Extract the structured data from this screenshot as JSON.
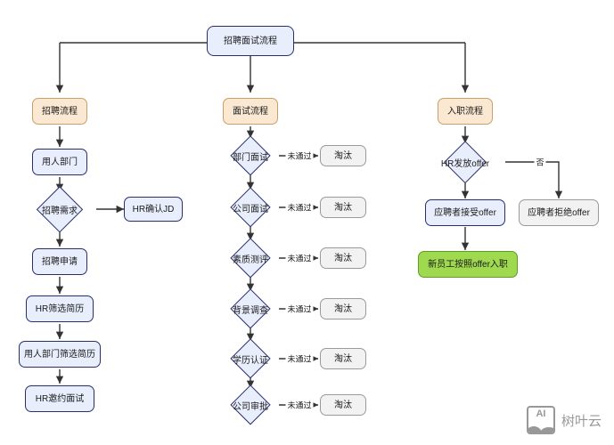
{
  "diagram": {
    "title": "招聘面试流程",
    "background": "#ffffff",
    "colors": {
      "process_fill": "#e8eefc",
      "process_stroke": "#2a2f6b",
      "phase_fill": "#fbe8d3",
      "phase_stroke": "#c8a06a",
      "reject_fill": "#f2f2f2",
      "reject_stroke": "#9a9a9a",
      "success_fill": "#9ed94f",
      "success_stroke": "#5f9e20",
      "edge": "#333333"
    }
  },
  "root": {
    "label": "招聘面试流程"
  },
  "branches": {
    "recruiting": {
      "label": "招聘流程"
    },
    "interview": {
      "label": "面试流程"
    },
    "onboarding": {
      "label": "入职流程"
    }
  },
  "recruiting_flow": [
    {
      "label": "用人部门",
      "shape": "rect"
    },
    {
      "label": "招聘需求",
      "shape": "diamond"
    },
    {
      "label": "招聘申请",
      "shape": "rect"
    },
    {
      "label": "HR筛选简历",
      "shape": "rect"
    },
    {
      "label": "用人部门筛选简历",
      "shape": "rect"
    },
    {
      "label": "HR邀约面试",
      "shape": "rect"
    }
  ],
  "recruiting_side": {
    "label": "HR确认JD",
    "shape": "rect"
  },
  "interview_steps": [
    {
      "label": "部门面试",
      "edge_label": "未通过",
      "reject": "淘汰"
    },
    {
      "label": "公司面试",
      "edge_label": "未通过",
      "reject": "淘汰"
    },
    {
      "label": "素质测评",
      "edge_label": "未通过",
      "reject": "淘汰"
    },
    {
      "label": "背景调查",
      "edge_label": "未通过",
      "reject": "淘汰"
    },
    {
      "label": "学历认证",
      "edge_label": "未通过",
      "reject": "淘汰"
    },
    {
      "label": "公司审批",
      "edge_label": "未通过",
      "reject": "淘汰"
    }
  ],
  "onboarding_flow": {
    "decision": {
      "label": "HR发放offer",
      "no_label": "否"
    },
    "accept": {
      "label": "应聘者接受offer"
    },
    "decline": {
      "label": "应聘者拒绝offer"
    },
    "hired": {
      "label": "新员工按照offer入职"
    }
  },
  "watermark": {
    "icon": "ai-image-icon",
    "badge": "AI",
    "label": "树叶云"
  }
}
